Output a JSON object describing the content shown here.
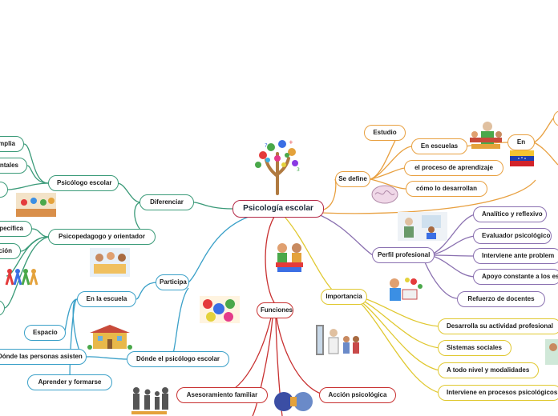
{
  "central": "Psicología escolar",
  "colors": {
    "diferenciar": "#3a9a78",
    "participa": "#3aa0c8",
    "funciones": "#c83030",
    "importancia": "#e0c830",
    "perfil": "#8a70b0",
    "se_define": "#e8a040",
    "central_border": "#b42846"
  },
  "branches": {
    "diferenciar": {
      "label": "Diferenciar",
      "psicologo": "Psicólogo escolar",
      "psicopedagogo": "Psicopedagogo y orientador",
      "left_items": [
        "mplia",
        "ntales",
        "a",
        "pecífica",
        "ción"
      ]
    },
    "participa": {
      "label": "Participa",
      "en_la_escuela": "En la escuela",
      "espacio": "Espacio",
      "donde_personas": "Dónde las personas asisten",
      "aprender": "Aprender y formarse",
      "donde_psicologo": "Dónde el psicólogo escolar"
    },
    "funciones": {
      "label": "Funciones",
      "asesoramiento": "Asesoramiento familiar",
      "accion": "Acción psicológica"
    },
    "importancia": {
      "label": "Importancia",
      "items": [
        "Desarrolla su actividad profesional",
        "Sistemas sociales",
        "A todo nivel y modalidades",
        "Interviene en procesos psicológicos"
      ]
    },
    "perfil": {
      "label": "Perfil profesional",
      "items": [
        "Analítico y reflexivo",
        "Evaluador psicológico",
        "Interviene ante problem",
        "Apoyo constante a los es",
        "Refuerzo de docentes"
      ]
    },
    "se_define": {
      "label": "Se define",
      "estudio": "Estudio",
      "en_escuelas": "En escuelas",
      "proceso": "el proceso de aprendizaje",
      "como": "cómo lo desarrollan",
      "en": "En"
    }
  }
}
